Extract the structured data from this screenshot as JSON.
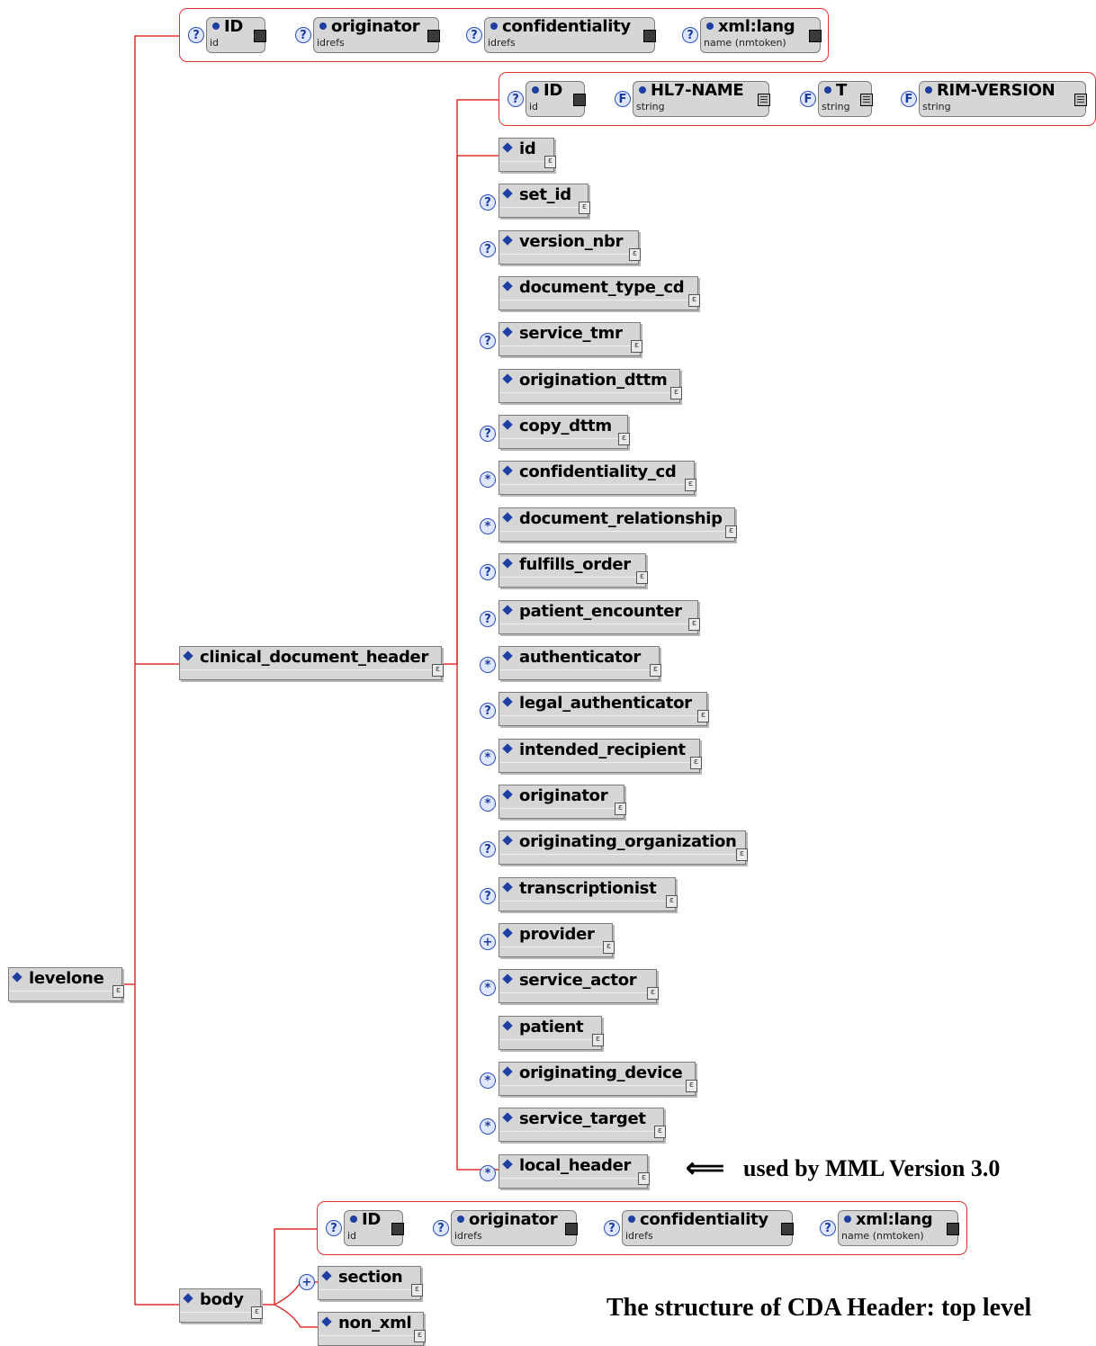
{
  "root": {
    "label": "levelone"
  },
  "root_attributes": [
    {
      "name": "ID",
      "type": "id"
    },
    {
      "name": "originator",
      "type": "idrefs"
    },
    {
      "name": "confidentiality",
      "type": "idrefs"
    },
    {
      "name": "xml:lang",
      "type": "name (nmtoken)"
    }
  ],
  "header": {
    "label": "clinical_document_header"
  },
  "header_attributes": [
    {
      "name": "ID",
      "type": "id"
    },
    {
      "name": "HL7-NAME",
      "type": "string"
    },
    {
      "name": "T",
      "type": "string"
    },
    {
      "name": "RIM-VERSION",
      "type": "string"
    }
  ],
  "header_children": [
    "id",
    "set_id",
    "version_nbr",
    "document_type_cd",
    "service_tmr",
    "origination_dttm",
    "copy_dttm",
    "confidentiality_cd",
    "document_relationship",
    "fulfills_order",
    "patient_encounter",
    "authenticator",
    "legal_authenticator",
    "intended_recipient",
    "originator",
    "originating_organization",
    "transcriptionist",
    "provider",
    "service_actor",
    "patient",
    "originating_device",
    "service_target",
    "local_header"
  ],
  "body": {
    "label": "body"
  },
  "body_attributes": [
    {
      "name": "ID",
      "type": "id"
    },
    {
      "name": "originator",
      "type": "idrefs"
    },
    {
      "name": "confidentiality",
      "type": "idrefs"
    },
    {
      "name": "xml:lang",
      "type": "name (nmtoken)"
    }
  ],
  "body_children": [
    "section",
    "non_xml"
  ],
  "annotations": {
    "arrow": "⟸",
    "mml_note": "used by MML Version 3.0",
    "caption": "The structure of CDA Header: top level"
  },
  "colors": {
    "connector": "#e0312f",
    "box_fill": "#d6d6d6",
    "icon": "#1f3fa0"
  }
}
